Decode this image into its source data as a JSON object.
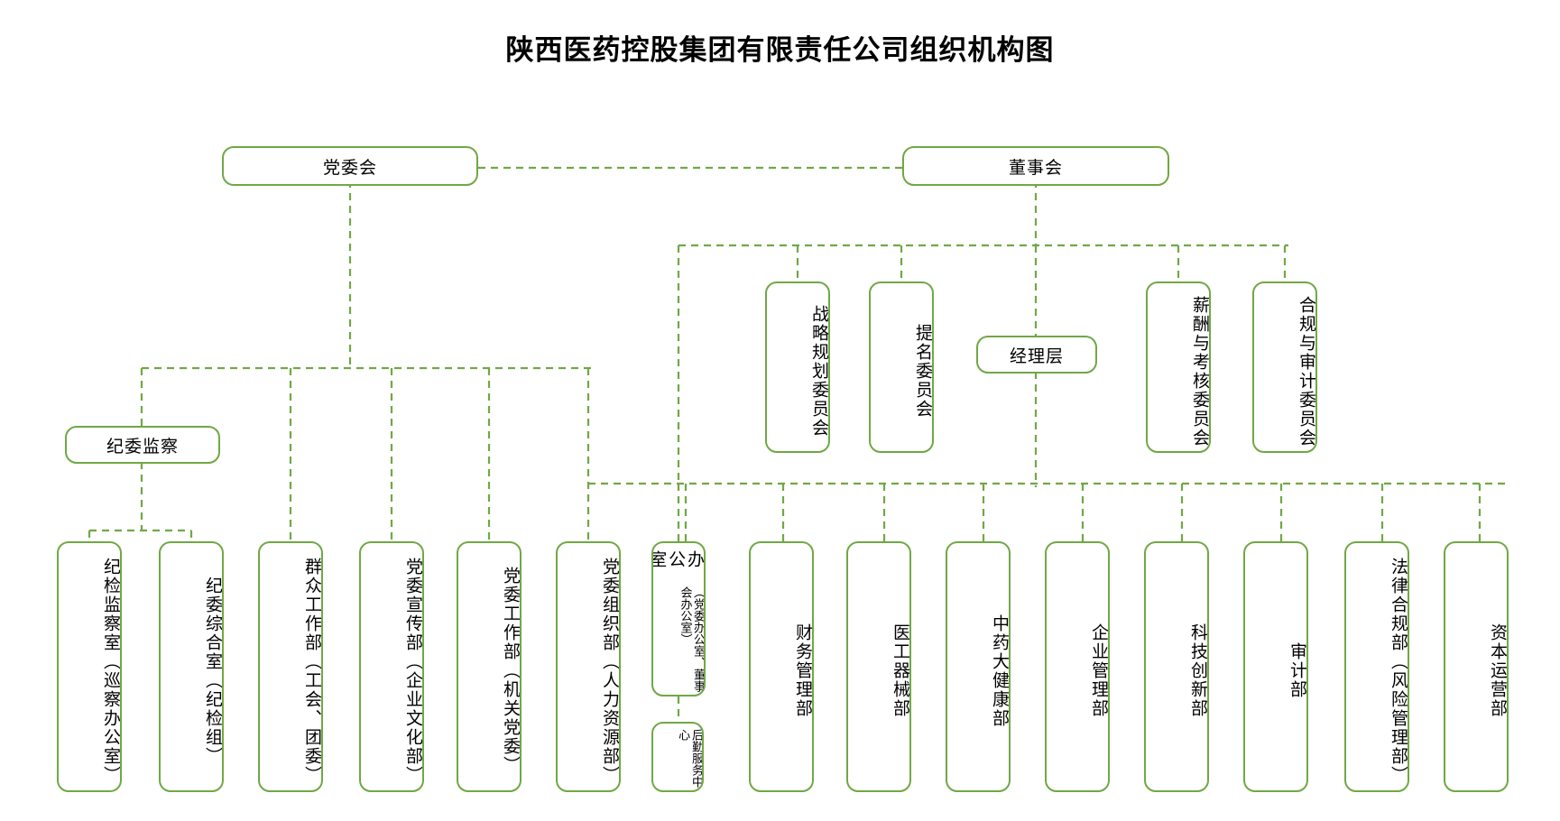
{
  "page": {
    "title": "陕西医药控股集团有限责任公司组织机构图",
    "accent_color": "#70a845",
    "text_color": "#000000",
    "background_color": "#ffffff"
  },
  "diagram": {
    "type": "org-chart",
    "line_style": "dashed",
    "nodes": {
      "party_committee": {
        "label": "党委会",
        "orientation": "horizontal"
      },
      "board_of_directors": {
        "label": "董事会",
        "orientation": "horizontal"
      },
      "management": {
        "label": "经理层",
        "orientation": "horizontal"
      },
      "discipline_inspection": {
        "label": "纪委监察",
        "orientation": "horizontal"
      },
      "committee_strategy": {
        "label": "战略规划委员会",
        "orientation": "vertical"
      },
      "committee_nomination": {
        "label": "提名委员会",
        "orientation": "vertical"
      },
      "committee_compensation": {
        "label": "薪酬与考核委员会",
        "orientation": "vertical"
      },
      "committee_compliance_audit": {
        "label": "合规与审计委员会",
        "orientation": "vertical"
      },
      "dept_discipline_office": {
        "label": "纪检监察室（巡察办公室）",
        "orientation": "vertical"
      },
      "dept_discipline_general": {
        "label": "纪委综合室（纪检组）",
        "orientation": "vertical"
      },
      "dept_mass_work": {
        "label": "群众工作部（工会、团委）",
        "orientation": "vertical"
      },
      "dept_propaganda": {
        "label": "党委宣传部（企业文化部）",
        "orientation": "vertical"
      },
      "dept_party_work": {
        "label": "党委工作部（机关党委）",
        "orientation": "vertical"
      },
      "dept_organization": {
        "label": "党委组织部（人力资源部）",
        "orientation": "vertical"
      },
      "dept_office": {
        "label_main": "办公室",
        "label_sub": "（党委办公室、董事会办公室）",
        "orientation": "vertical-two-column"
      },
      "dept_logistics": {
        "label": "后勤服务中心",
        "orientation": "vertical-two-column"
      },
      "dept_finance": {
        "label": "财务管理部",
        "orientation": "vertical"
      },
      "dept_medical_devices": {
        "label": "医工器械部",
        "orientation": "vertical"
      },
      "dept_tcm_health": {
        "label": "中药大健康部",
        "orientation": "vertical"
      },
      "dept_enterprise_mgmt": {
        "label": "企业管理部",
        "orientation": "vertical"
      },
      "dept_sci_tech_innovation": {
        "label": "科技创新部",
        "orientation": "vertical"
      },
      "dept_audit": {
        "label": "审计部",
        "orientation": "vertical"
      },
      "dept_legal_compliance": {
        "label": "法律合规部（风险管理部）",
        "orientation": "vertical"
      },
      "dept_capital_operation": {
        "label": "资本运营部",
        "orientation": "vertical"
      }
    }
  }
}
